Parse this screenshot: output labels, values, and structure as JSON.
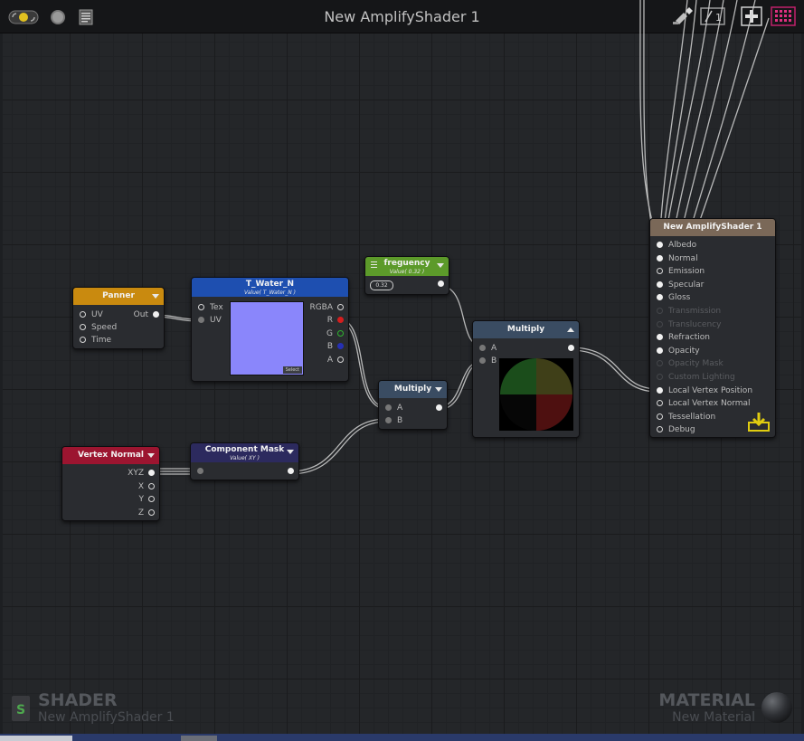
{
  "window": {
    "title": "New AmplifyShader 1"
  },
  "nodes": {
    "panner": {
      "title": "Panner",
      "inputs": [
        "UV",
        "Speed",
        "Time"
      ],
      "output": "Out"
    },
    "texture": {
      "title": "T_Water_N",
      "subtitle": "Value( T_Water_N )",
      "inputs": [
        "Tex",
        "UV"
      ],
      "outputs": [
        "RGBA",
        "R",
        "G",
        "B",
        "A"
      ],
      "select_label": "Select",
      "preview_color": "#8a86fb"
    },
    "frequency": {
      "title": "freguency",
      "subtitle": "Value( 0.32 )",
      "value": "0.32"
    },
    "multiply_small": {
      "title": "Multiply",
      "inputs": [
        "A",
        "B"
      ]
    },
    "multiply_large": {
      "title": "Multiply",
      "inputs": [
        "A",
        "B"
      ]
    },
    "vertex_normal": {
      "title": "Vertex Normal",
      "outputs": [
        "XYZ",
        "X",
        "Y",
        "Z"
      ]
    },
    "component_mask": {
      "title": "Component Mask",
      "subtitle": "Value( XY )"
    },
    "master": {
      "title": "New AmplifyShader 1",
      "inputs": [
        "Albedo",
        "Normal",
        "Emission",
        "Specular",
        "Gloss",
        "Transmission",
        "Translucency",
        "Refraction",
        "Opacity",
        "Opacity Mask",
        "Custom Lighting",
        "Local Vertex Position",
        "Local Vertex Normal",
        "Tessellation",
        "Debug"
      ],
      "disabled": [
        false,
        false,
        false,
        false,
        false,
        true,
        true,
        false,
        false,
        true,
        true,
        false,
        false,
        false,
        false
      ],
      "filled": [
        true,
        true,
        false,
        true,
        true,
        false,
        false,
        true,
        true,
        false,
        false,
        true,
        false,
        false,
        false
      ]
    }
  },
  "footer": {
    "shader_label": "SHADER",
    "shader_name": "New AmplifyShader 1",
    "material_label": "MATERIAL",
    "material_name": "New Material"
  },
  "colors": {
    "panner_header": "#c98a0f",
    "texture_header": "#1e4fb0",
    "frequency_header": "#5c9a2a",
    "multiply_header": "#3a4c62",
    "vertex_normal_header": "#9c1530",
    "component_mask_header": "#2c2a5e",
    "master_header": "#7a6858"
  },
  "icons": [
    "live-toggle-icon",
    "circle-icon",
    "document-icon",
    "cleanup-icon",
    "share-icon",
    "add-node-icon",
    "grid-icon",
    "download-icon",
    "material-sphere-icon",
    "shader-logo-icon"
  ]
}
